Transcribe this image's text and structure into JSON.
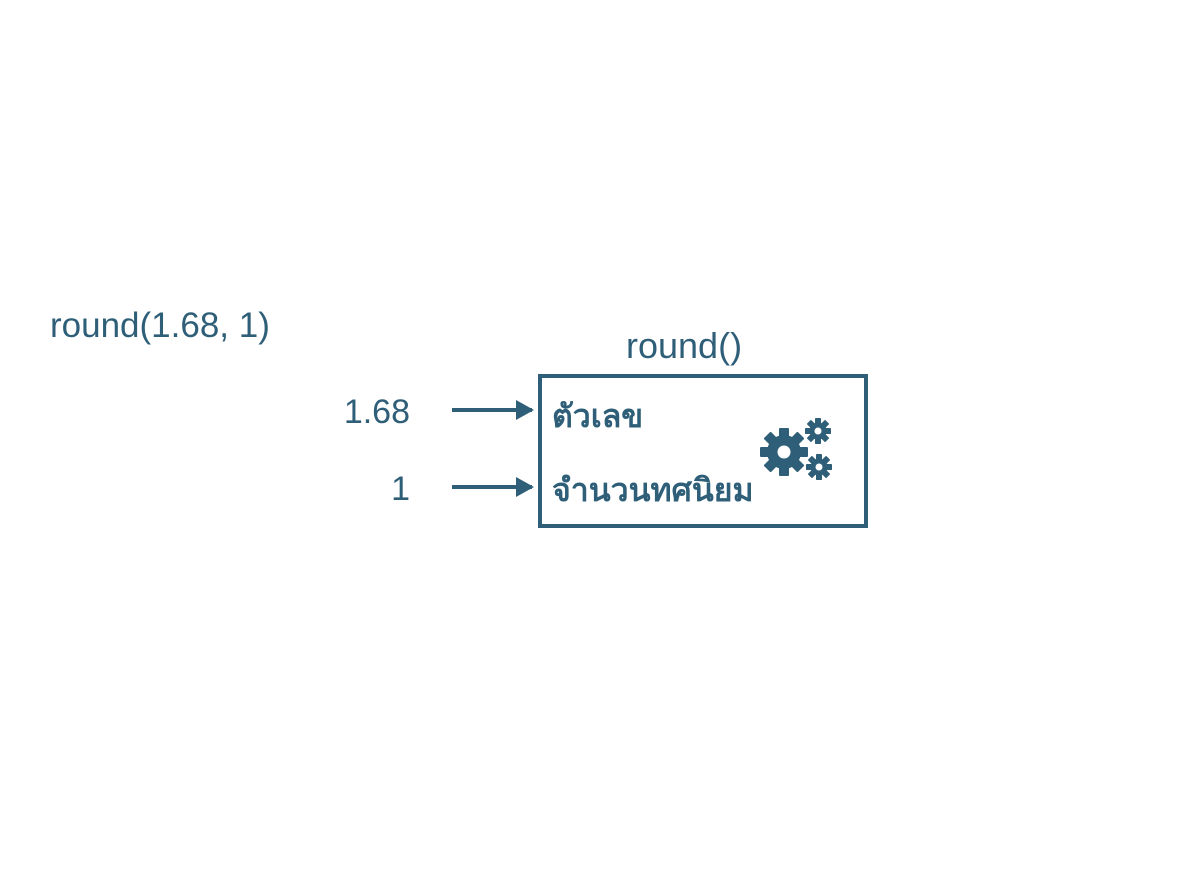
{
  "code": "round(1.68, 1)",
  "function": {
    "title": "round()",
    "params": [
      "ตัวเลข",
      "จำนวนทศนิยม"
    ],
    "icon": "gears-icon"
  },
  "arguments": [
    "1.68",
    "1"
  ],
  "colors": {
    "primary": "#2f5f78",
    "background": "#ffffff"
  }
}
